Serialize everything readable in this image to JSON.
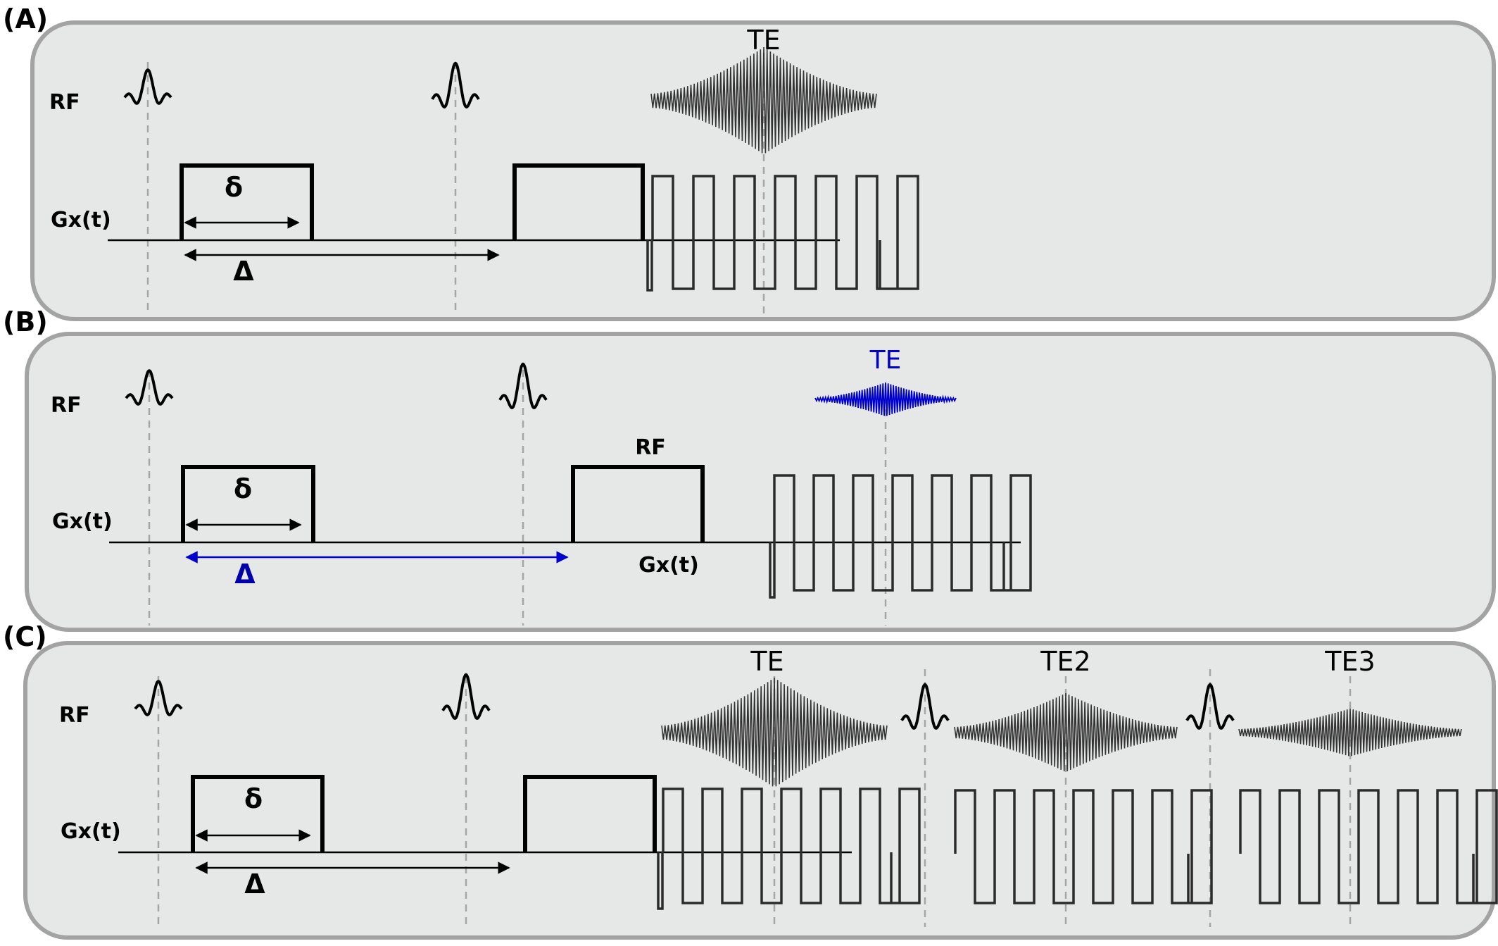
{
  "figure": {
    "panels": [
      {
        "id": "A",
        "label": "(A)",
        "rf_label": "RF",
        "gx_label": "Gx(t)",
        "delta_small": "δ",
        "delta_big": "Δ",
        "echoes": [
          "TE"
        ],
        "echo_color": "#000000",
        "delta_big_color": "#000000"
      },
      {
        "id": "B",
        "label": "(B)",
        "rf_label": "RF",
        "gx_label": "Gx(t)",
        "delta_small": "δ",
        "delta_big": "Δ",
        "echoes": [
          "TE"
        ],
        "echo_color": "#0000cc",
        "delta_big_color": "#0000aa",
        "extra_labels": {
          "rf": "RF",
          "gx": "Gx(t)"
        }
      },
      {
        "id": "C",
        "label": "(C)",
        "rf_label": "RF",
        "gx_label": "Gx(t)",
        "delta_small": "δ",
        "delta_big": "Δ",
        "echoes": [
          "TE",
          "TE2",
          "TE3"
        ],
        "echo_color": "#000000",
        "delta_big_color": "#000000"
      }
    ],
    "colors": {
      "panel_fill": "#e6e8e7",
      "panel_border": "#a3a3a3",
      "guide_line": "#a6a6a6",
      "blue_signal": "#0000cc"
    }
  }
}
